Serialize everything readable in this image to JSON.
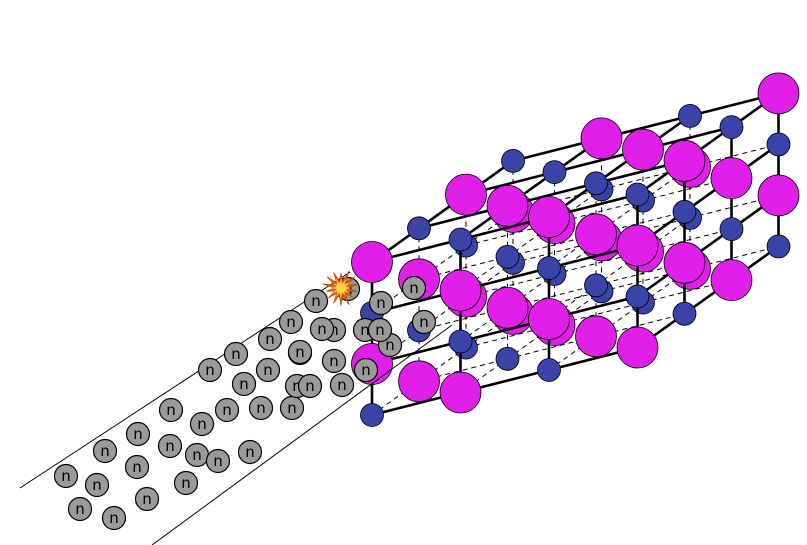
{
  "diagram": {
    "neutron_label": "n",
    "colors": {
      "large_atom": "#e020e8",
      "small_atom": "#3a43a8",
      "neutron": "#9a9a9a",
      "bond_line": "#000000",
      "beam_line": "#000000",
      "flash_outer": "#e8650a",
      "flash_inner": "#ffd24a"
    },
    "lattice": {
      "size": 4,
      "site_rule": "large atom where (i+j+k) is even, small atom where odd",
      "visible_edges": "solid",
      "hidden_edges": "dashed"
    },
    "neutron_count": 41,
    "icons": {
      "collision": "starburst-icon"
    }
  }
}
